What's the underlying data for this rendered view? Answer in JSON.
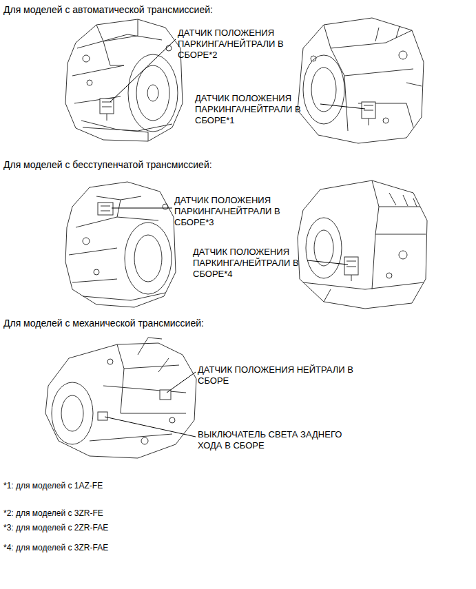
{
  "diagram": {
    "labels": [
      "Для моделей с автоматической трансмиссией:",
      "ДАТЧИК ПОЛОЖЕНИЯ ПАРКИНГА/НЕЙТРАЛИ В СБОРЕ*2",
      "ДАТЧИК ПОЛОЖЕНИЯ ПАРКИНГА/НЕЙТРАЛИ В СБОРЕ*1",
      "Для моделей с бесступенчатой трансмиссией:",
      "ДАТЧИК ПОЛОЖЕНИЯ ПАРКИНГА/НЕЙТРАЛИ В СБОРЕ*3",
      "ДАТЧИК ПОЛОЖЕНИЯ ПАРКИНГА/НЕЙТРАЛИ В СБОРЕ*4",
      "Для моделей с механической трансмиссией:",
      "ДАТЧИК ПОЛОЖЕНИЯ НЕЙТРАЛИ В СБОРЕ",
      "ВЫКЛЮЧАТЕЛЬ СВЕТА ЗАДНЕГО ХОДА В СБОРЕ",
      "*1: для моделей с 1AZ-FE",
      "*2: для моделей с 3ZR-FE",
      "*3: для моделей с 2ZR-FAE",
      "*4: для моделей с 3ZR-FAE"
    ]
  }
}
